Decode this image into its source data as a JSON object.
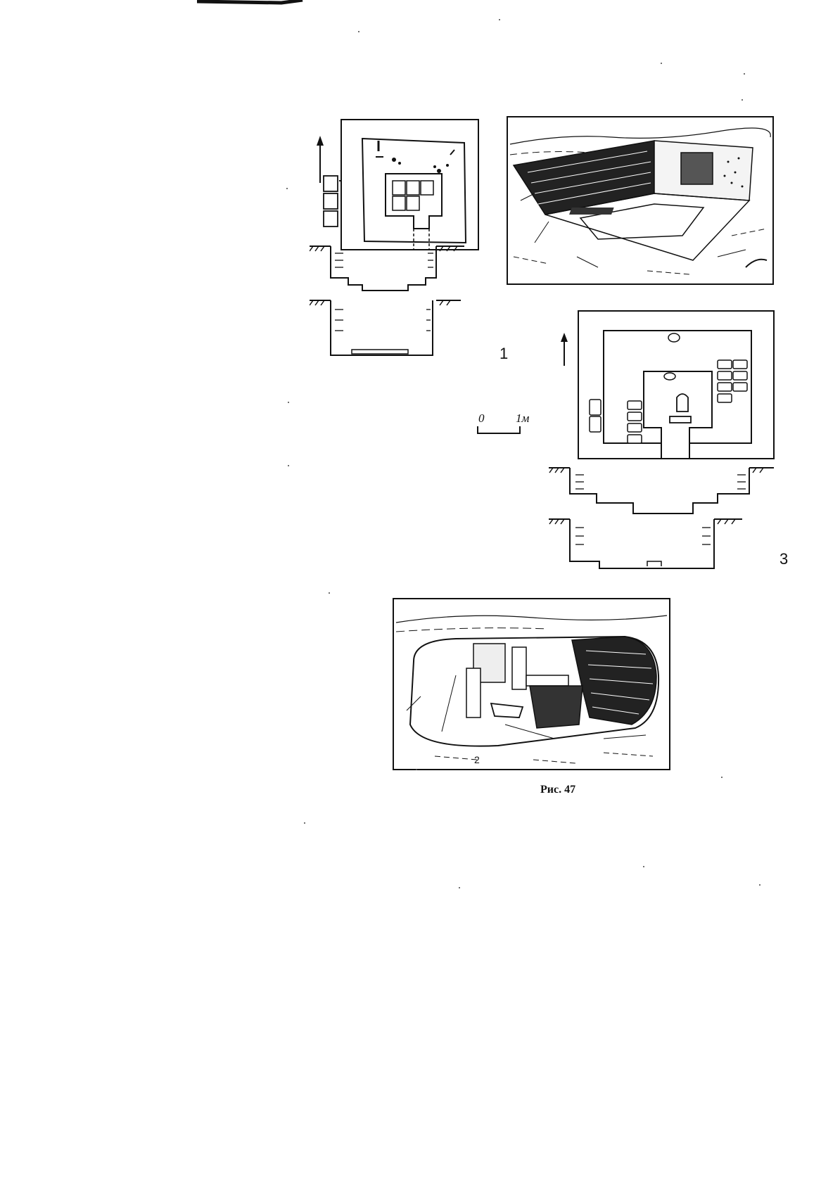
{
  "figure": {
    "caption": "Рис. 47",
    "labels": {
      "fig1": "1",
      "fig2": "2",
      "fig3": "3"
    },
    "scale": {
      "zero": "0",
      "one": "1м"
    }
  }
}
